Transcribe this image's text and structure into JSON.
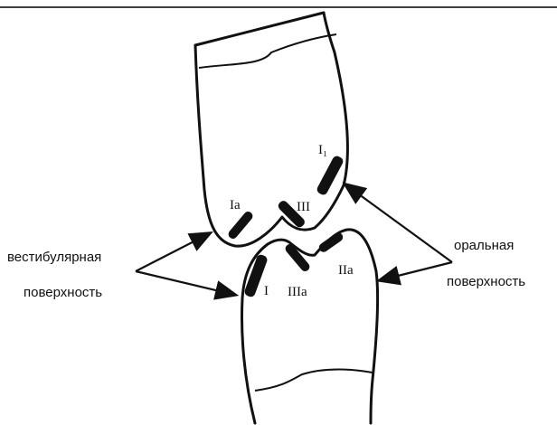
{
  "labels": {
    "left_line1": "вестибулярная",
    "left_line2": "поверхность",
    "right_line1": "оральная",
    "right_line2": "поверхность"
  },
  "contact_points": {
    "upper_I": "I₁",
    "upper_Ia": "Ia",
    "upper_III": "III",
    "lower_I": "I",
    "lower_IIIa": "IIIa",
    "lower_IIa": "IIa"
  }
}
